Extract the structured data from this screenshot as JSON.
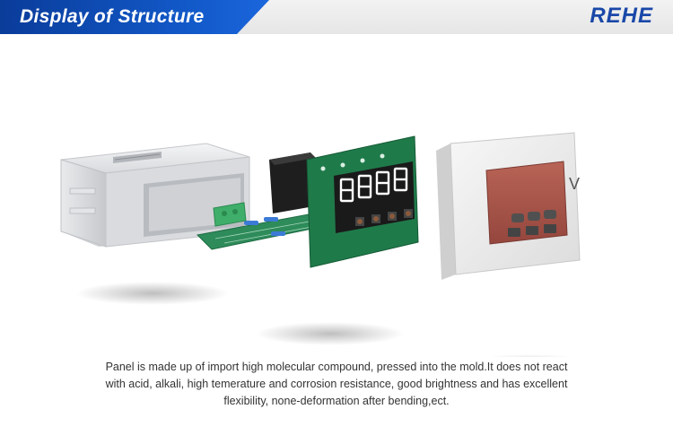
{
  "header": {
    "title": "Display of Structure",
    "brand": "REHE"
  },
  "product": {
    "unit_label": "V"
  },
  "caption": {
    "line1": "Panel is made up of import high molecular compound, pressed into the mold.It does not react",
    "line2": "with acid, alkali, high temerature and corrosion resistance, good brightness and has excellent",
    "line3": "flexibility, none-deformation after bending,ect."
  },
  "colors": {
    "banner": "#1259c9",
    "brand": "#1a48a8",
    "pcb": "#1f7a4a",
    "segment": "#ffffff",
    "display_window": "#a9544a"
  }
}
